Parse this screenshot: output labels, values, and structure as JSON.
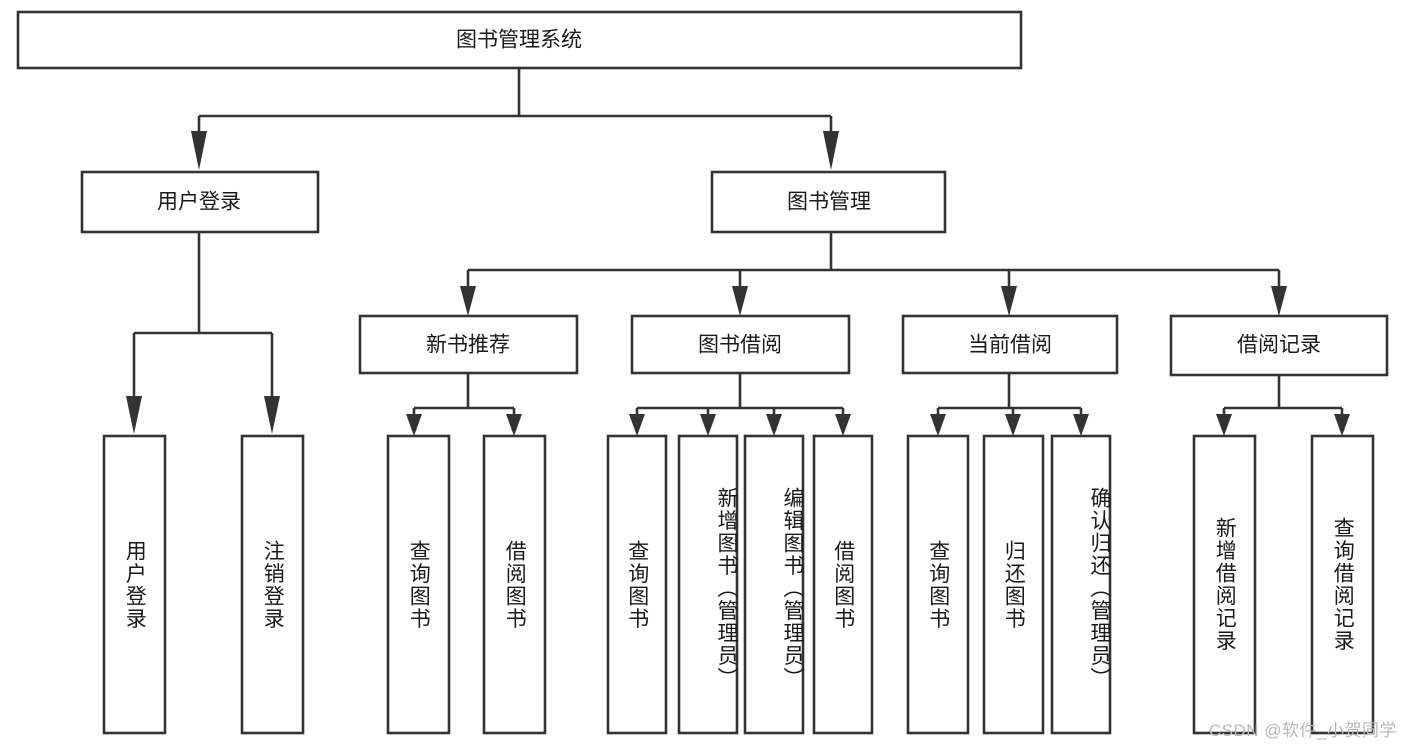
{
  "diagram": {
    "title": "图书管理系统",
    "type": "tree",
    "orientation": "top-down",
    "colors": {
      "background": "#ffffff",
      "box_stroke": "#333333",
      "connector": "#333333",
      "text": "#1a1a1a",
      "watermark": "#b9b9b9"
    },
    "root": {
      "id": "root",
      "label": "图书管理系统",
      "orientation": "horizontal"
    },
    "level2": [
      {
        "id": "user-login",
        "label": "用户登录",
        "orientation": "horizontal"
      },
      {
        "id": "book-manage",
        "label": "图书管理",
        "orientation": "horizontal"
      }
    ],
    "level3": [
      {
        "id": "new-book-recommend",
        "label": "新书推荐",
        "parent": "book-manage",
        "orientation": "horizontal"
      },
      {
        "id": "book-borrow",
        "label": "图书借阅",
        "parent": "book-manage",
        "orientation": "horizontal"
      },
      {
        "id": "current-borrow",
        "label": "当前借阅",
        "parent": "book-manage",
        "orientation": "horizontal"
      },
      {
        "id": "borrow-record",
        "label": "借阅记录",
        "parent": "book-manage",
        "orientation": "horizontal"
      }
    ],
    "leaves": [
      {
        "id": "leaf-user-login",
        "label": "用户登录",
        "parent": "user-login",
        "orientation": "vertical"
      },
      {
        "id": "leaf-user-logout",
        "label": "注销登录",
        "parent": "user-login",
        "orientation": "vertical"
      },
      {
        "id": "leaf-query-book-1",
        "label": "查询图书",
        "parent": "new-book-recommend",
        "orientation": "vertical"
      },
      {
        "id": "leaf-borrow-book-1",
        "label": "借阅图书",
        "parent": "new-book-recommend",
        "orientation": "vertical"
      },
      {
        "id": "leaf-query-book-2",
        "label": "查询图书",
        "parent": "book-borrow",
        "orientation": "vertical"
      },
      {
        "id": "leaf-add-book",
        "label": "新增图书（管理员）",
        "parent": "book-borrow",
        "orientation": "vertical"
      },
      {
        "id": "leaf-edit-book",
        "label": "编辑图书（管理员）",
        "parent": "book-borrow",
        "orientation": "vertical"
      },
      {
        "id": "leaf-borrow-book-2",
        "label": "借阅图书",
        "parent": "book-borrow",
        "orientation": "vertical"
      },
      {
        "id": "leaf-query-book-3",
        "label": "查询图书",
        "parent": "current-borrow",
        "orientation": "vertical"
      },
      {
        "id": "leaf-return-book",
        "label": "归还图书",
        "parent": "current-borrow",
        "orientation": "vertical"
      },
      {
        "id": "leaf-confirm-return",
        "label": "确认归还（管理员）",
        "parent": "current-borrow",
        "orientation": "vertical"
      },
      {
        "id": "leaf-add-record",
        "label": "新增借阅记录",
        "parent": "borrow-record",
        "orientation": "vertical"
      },
      {
        "id": "leaf-query-record",
        "label": "查询借阅记录",
        "parent": "borrow-record",
        "orientation": "vertical"
      }
    ]
  },
  "watermark": {
    "text": "CSDN @软件_小贺同学"
  }
}
